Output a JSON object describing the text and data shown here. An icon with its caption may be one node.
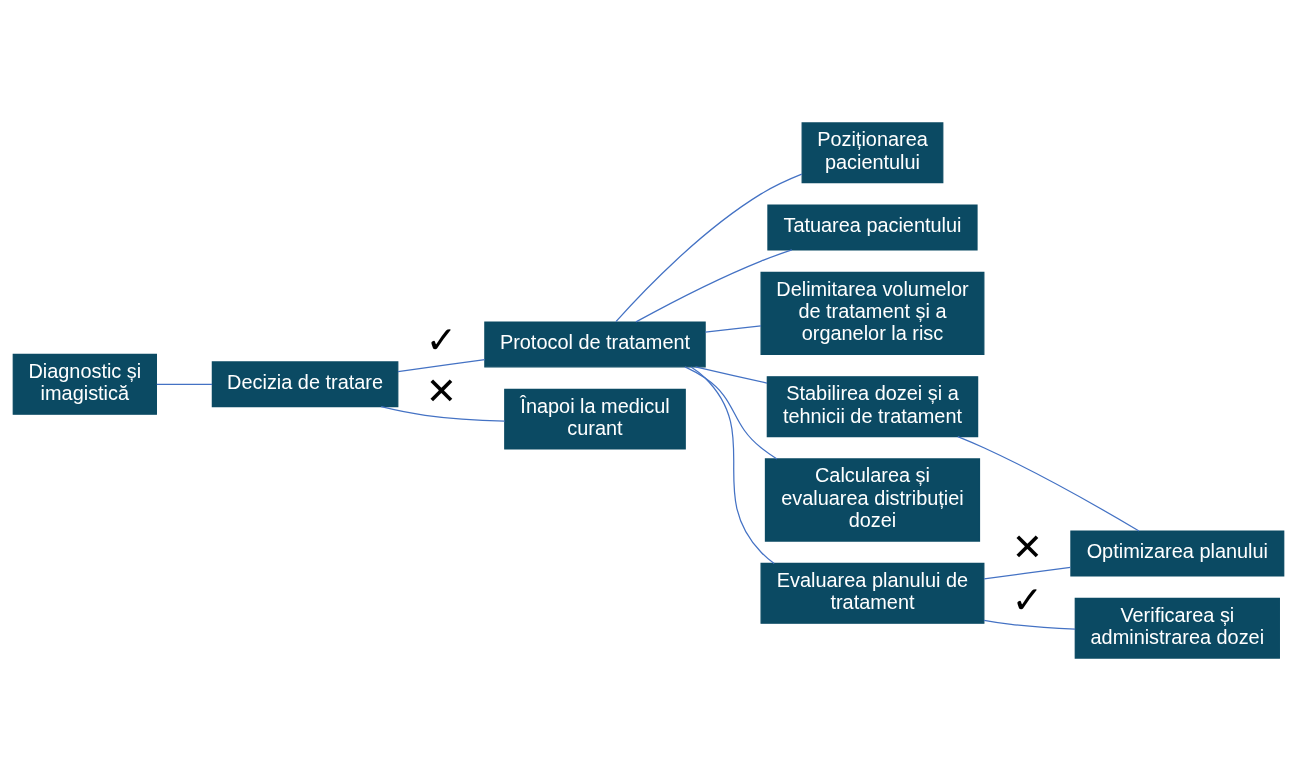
{
  "diagram": {
    "nodes": [
      {
        "text": [
          "Diagnostic și imagistică"
        ]
      },
      {
        "text": [
          "Decizia de tratare"
        ]
      },
      {
        "text": [
          "Protocol de tratament"
        ]
      },
      {
        "text": [
          "Înapoi la medicul curant"
        ]
      },
      {
        "text": [
          "Poziționarea pacientului"
        ]
      },
      {
        "text": [
          "Tatuarea pacientului"
        ]
      },
      {
        "text": [
          "Delimitarea volumelor de tratament și a organelor la risc"
        ]
      },
      {
        "text": [
          "Stabilirea dozei și a tehnicii de tratament"
        ]
      },
      {
        "text": [
          "Calcularea și evaluarea distribuției dozei"
        ]
      },
      {
        "text": [
          "Evaluarea planului de tratament"
        ]
      },
      {
        "text": [
          "Optimizarea planului"
        ]
      },
      {
        "text": [
          "Verificarea și administrarea dozei"
        ]
      }
    ],
    "edges": [
      {
        "from": 0,
        "to": 1,
        "arrow": "none"
      },
      {
        "from": 1,
        "to": 2,
        "arrow": "none",
        "label": "✓"
      },
      {
        "from": 1,
        "to": 3,
        "arrow": "none",
        "label": "✕"
      },
      {
        "from": 2,
        "to": 4,
        "arrow": "none"
      },
      {
        "from": 2,
        "to": 5,
        "arrow": "none"
      },
      {
        "from": 2,
        "to": 6,
        "arrow": "none"
      },
      {
        "from": 2,
        "to": 7,
        "arrow": "none"
      },
      {
        "from": 2,
        "to": 8,
        "arrow": "none"
      },
      {
        "from": 2,
        "to": 9,
        "arrow": "none"
      },
      {
        "from": 9,
        "to": 10,
        "arrow": "none",
        "label": "✕"
      },
      {
        "from": 9,
        "to": 11,
        "arrow": "none",
        "label": "✓"
      },
      {
        "from": 10,
        "to": 7,
        "arrow": "none"
      }
    ]
  }
}
